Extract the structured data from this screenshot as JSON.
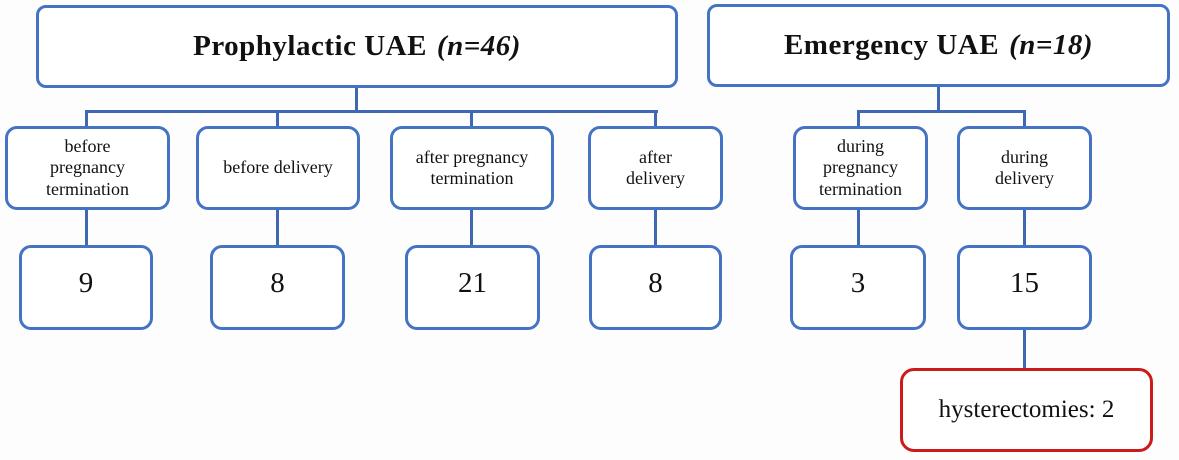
{
  "figure": {
    "background": "#ffffff",
    "colors": {
      "box_border": "#4573C4",
      "connector": "#3E68B2",
      "note_border": "#CB1B1B",
      "text": "#111111"
    },
    "trees": [
      {
        "id": "prophylactic",
        "root": {
          "label": "Prophylactic UAE",
          "n": "(n=46)"
        },
        "children": [
          {
            "label": "before\npregnancy\ntermination",
            "count": "9"
          },
          {
            "label": "before delivery",
            "count": "8"
          },
          {
            "label": "after pregnancy\ntermination",
            "count": "21"
          },
          {
            "label": "after\ndelivery",
            "count": "8"
          }
        ]
      },
      {
        "id": "emergency",
        "root": {
          "label": "Emergency UAE",
          "n": "(n=18)"
        },
        "children": [
          {
            "label": "during\npregnancy\ntermination",
            "count": "3"
          },
          {
            "label": "during\ndelivery",
            "count": "15"
          }
        ],
        "note": {
          "label": "hysterectomies: 2"
        }
      }
    ]
  }
}
